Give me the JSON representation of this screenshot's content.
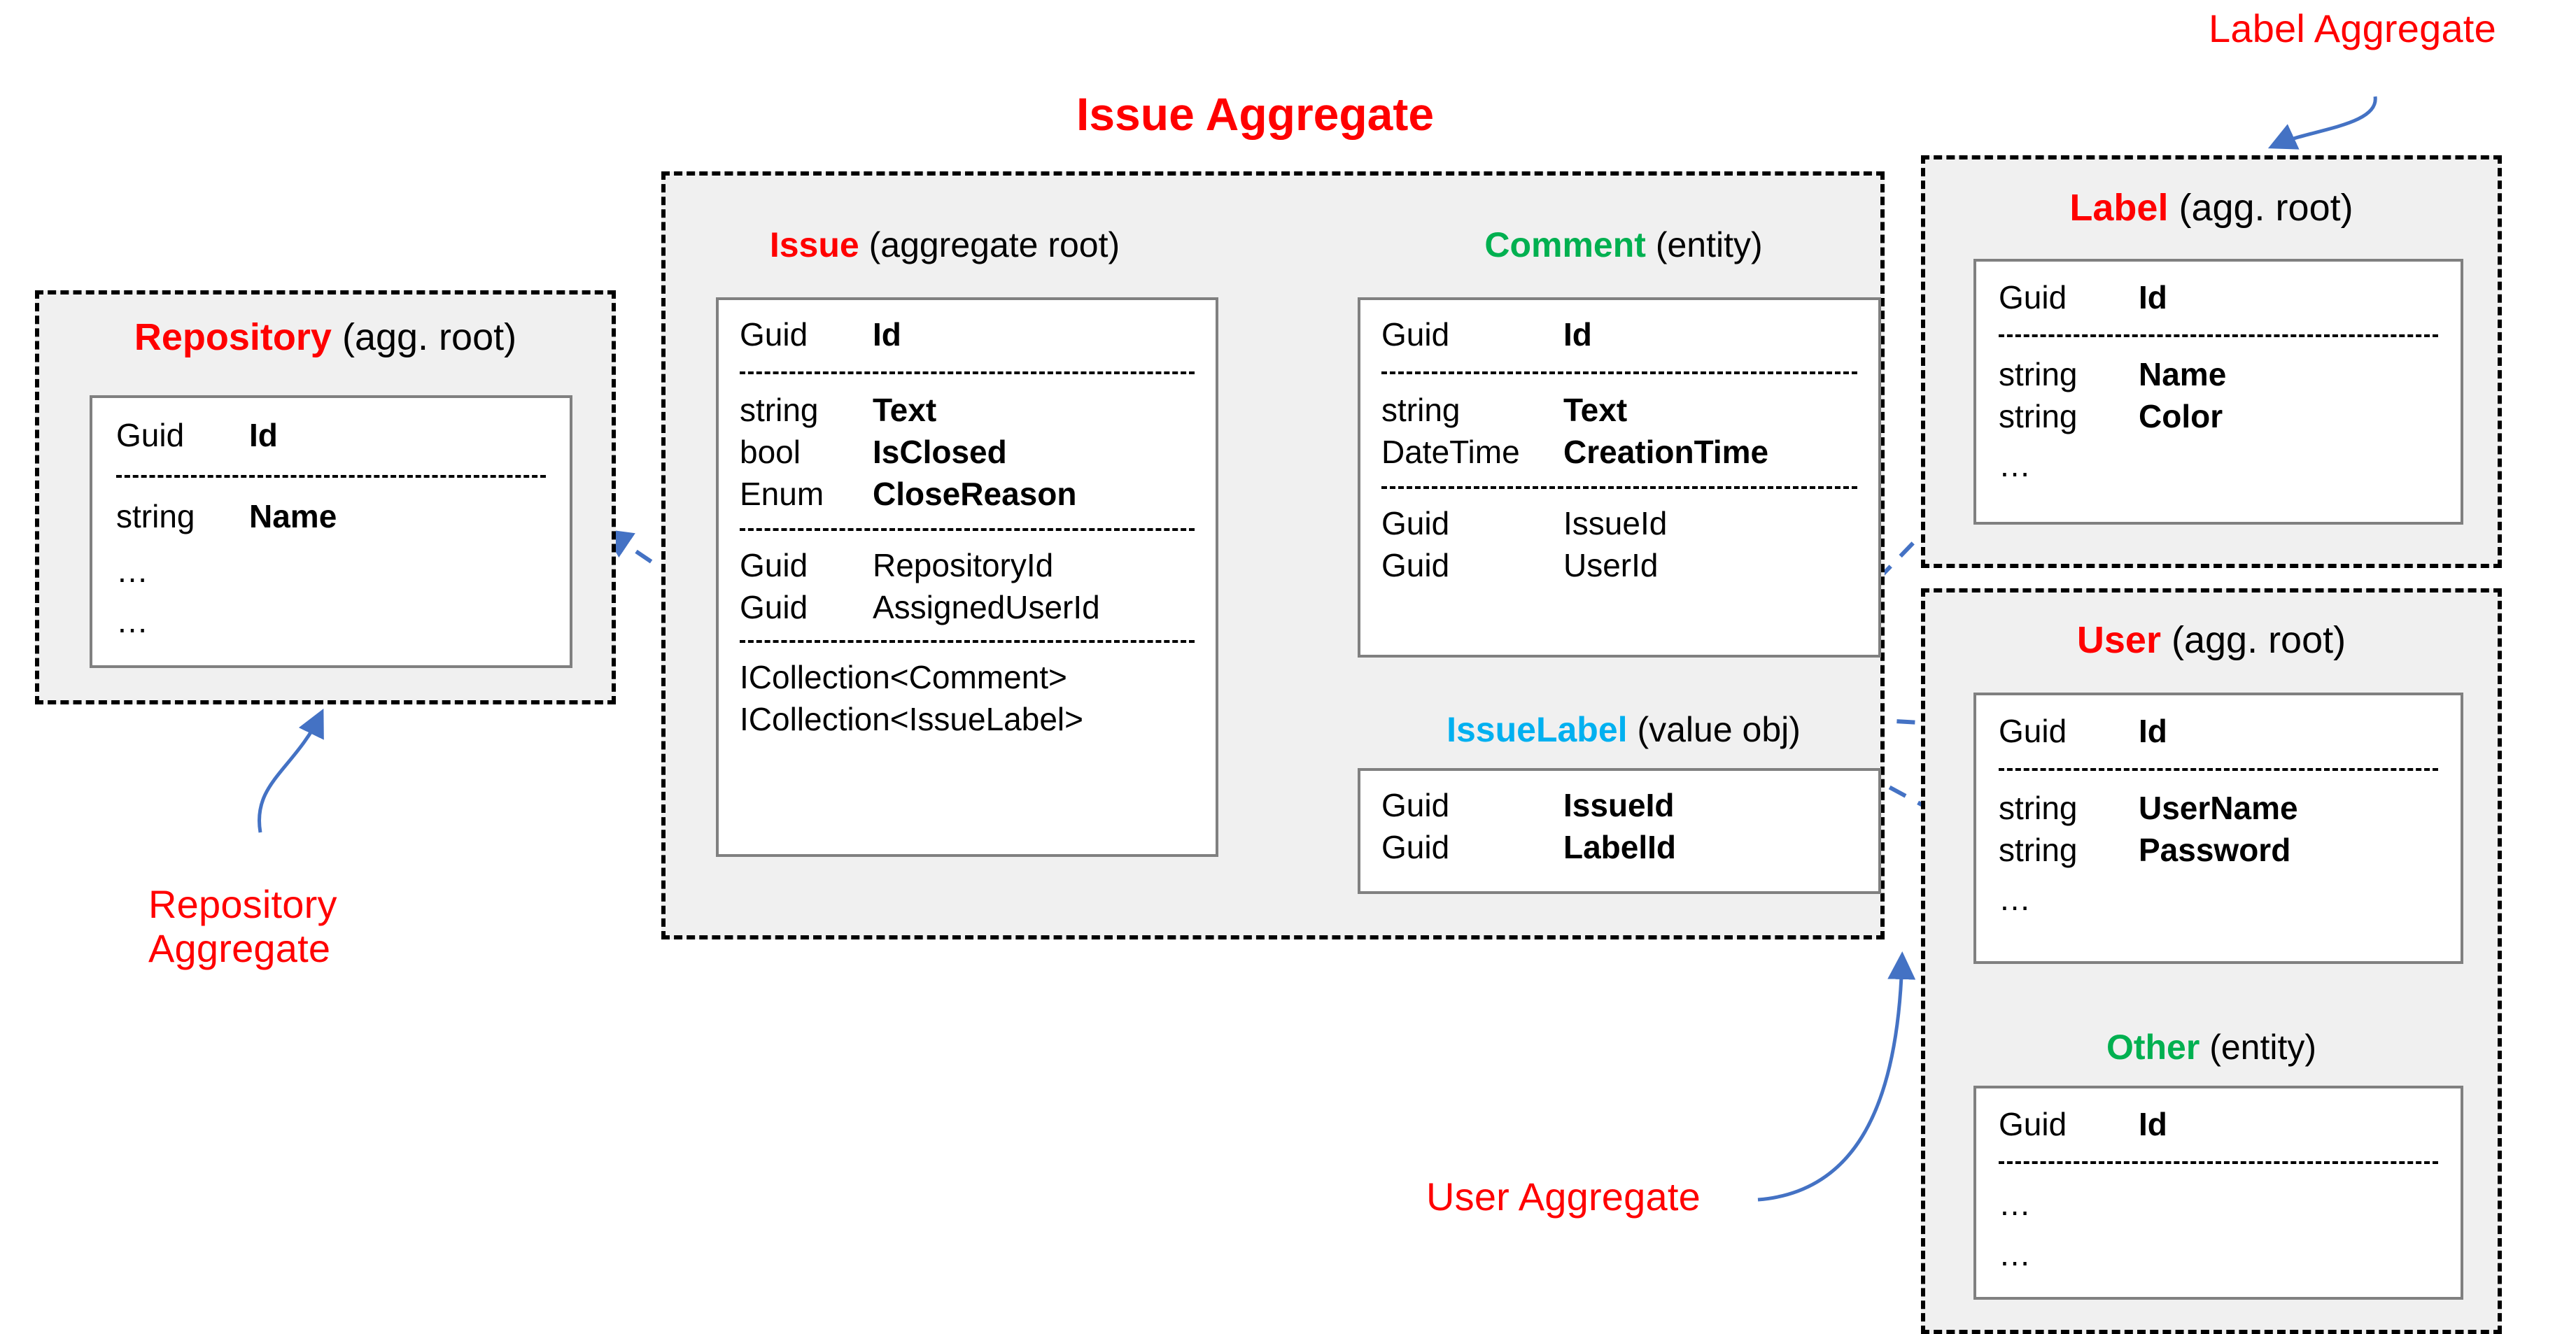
{
  "diagram": {
    "main_title": "Issue Aggregate",
    "colors": {
      "aggregate_root": "#FF0000",
      "entity": "#00B050",
      "value_object": "#00B0F0",
      "arrow": "#4472C4",
      "container_fill": "#F0F0F0",
      "card_border": "#808080"
    }
  },
  "callouts": [
    {
      "id": "label-aggregate",
      "text": "Label Aggregate"
    },
    {
      "id": "repository-aggregate",
      "text": "Repository\nAggregate"
    },
    {
      "id": "user-aggregate",
      "text": "User Aggregate"
    }
  ],
  "aggregates": {
    "repository": {
      "title_name": "Repository",
      "title_kind": "(agg. root)",
      "rows": [
        {
          "type": "Guid",
          "field": "Id",
          "bold": true
        },
        {
          "sep": true
        },
        {
          "type": "string",
          "field": "Name",
          "bold": true
        },
        {
          "type": "…",
          "field": ""
        },
        {
          "type": "…",
          "field": ""
        }
      ]
    },
    "issue": {
      "title_name": "Issue",
      "title_kind": "(aggregate root)",
      "rows": [
        {
          "type": "Guid",
          "field": "Id",
          "bold": true
        },
        {
          "sep": true
        },
        {
          "type": "string",
          "field": "Text",
          "bold": true
        },
        {
          "type": "bool",
          "field": "IsClosed",
          "bold": true
        },
        {
          "type": "Enum",
          "field": "CloseReason",
          "bold": true
        },
        {
          "sep": true
        },
        {
          "type": "Guid",
          "field": "RepositoryId",
          "bold": false
        },
        {
          "type": "Guid",
          "field": "AssignedUserId",
          "bold": false
        },
        {
          "sep": true
        },
        {
          "wide": "ICollection<Comment>"
        },
        {
          "wide": "ICollection<IssueLabel>"
        }
      ]
    },
    "comment": {
      "title_name": "Comment",
      "title_kind": "(entity)",
      "rows": [
        {
          "type": "Guid",
          "field": "Id",
          "bold": true
        },
        {
          "sep": true
        },
        {
          "type": "string",
          "field": "Text",
          "bold": true
        },
        {
          "type": "DateTime",
          "field": "CreationTime",
          "bold": true
        },
        {
          "sep": true
        },
        {
          "type": "Guid",
          "field": "IssueId",
          "bold": false
        },
        {
          "type": "Guid",
          "field": "UserId",
          "bold": false
        }
      ]
    },
    "issuelabel": {
      "title_name": "IssueLabel",
      "title_kind": "(value obj)",
      "rows": [
        {
          "type": "Guid",
          "field": "IssueId",
          "bold": true
        },
        {
          "type": "Guid",
          "field": "LabelId",
          "bold": true
        }
      ]
    },
    "label": {
      "title_name": "Label",
      "title_kind": "(agg. root)",
      "rows": [
        {
          "type": "Guid",
          "field": "Id",
          "bold": true
        },
        {
          "sep": true
        },
        {
          "type": "string",
          "field": "Name",
          "bold": true
        },
        {
          "type": "string",
          "field": "Color",
          "bold": true
        },
        {
          "type": "…",
          "field": ""
        }
      ]
    },
    "user": {
      "title_name": "User",
      "title_kind": "(agg. root)",
      "rows": [
        {
          "type": "Guid",
          "field": "Id",
          "bold": true
        },
        {
          "sep": true
        },
        {
          "type": "string",
          "field": "UserName",
          "bold": true
        },
        {
          "type": "string",
          "field": "Password",
          "bold": true
        },
        {
          "type": "…",
          "field": ""
        }
      ]
    },
    "other": {
      "title_name": "Other",
      "title_kind": "(entity)",
      "rows": [
        {
          "type": "Guid",
          "field": "Id",
          "bold": true
        },
        {
          "sep": true
        },
        {
          "type": "…",
          "field": ""
        },
        {
          "type": "…",
          "field": ""
        }
      ]
    }
  }
}
